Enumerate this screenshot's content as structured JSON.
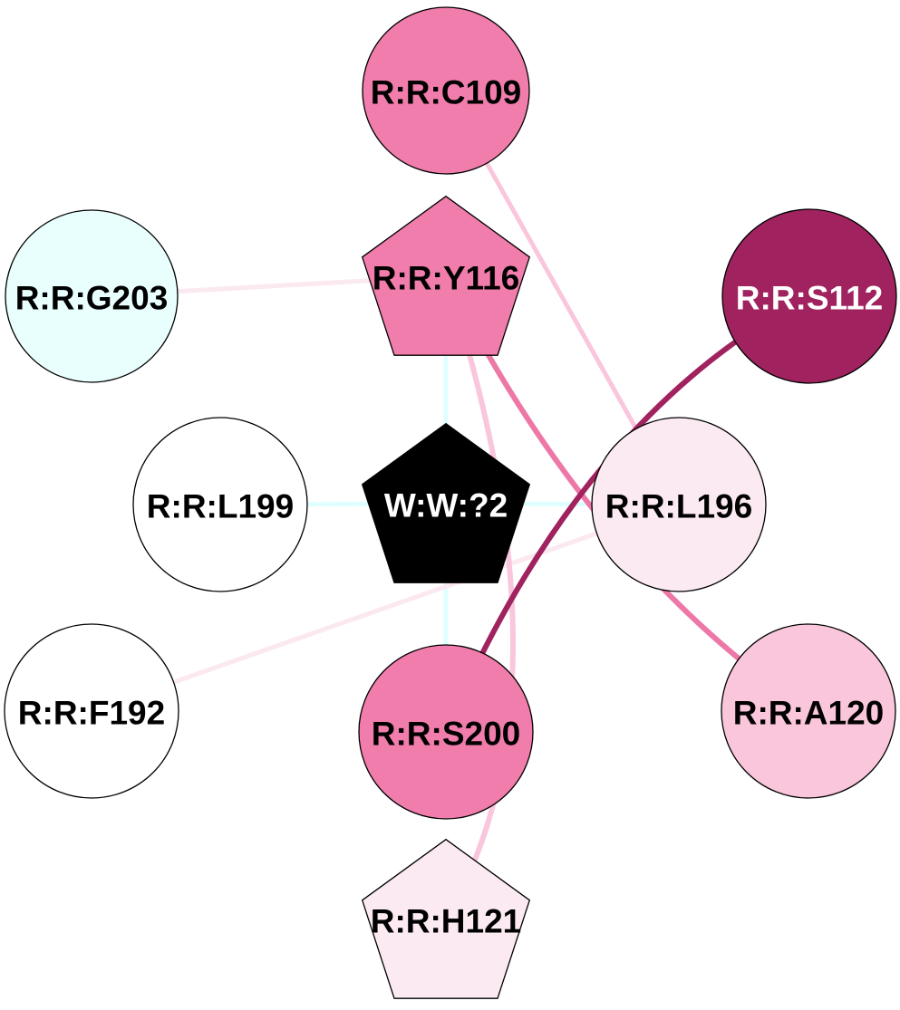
{
  "diagram": {
    "type": "residue-interaction-network",
    "nodes": [
      {
        "id": "C109",
        "label": "R:R:C109",
        "shape": "circle",
        "fill": "#F07DAB",
        "text_color": "#000000"
      },
      {
        "id": "Y116",
        "label": "R:R:Y116",
        "shape": "pentagon",
        "fill": "#F07DAB",
        "text_color": "#000000"
      },
      {
        "id": "G203",
        "label": "R:R:G203",
        "shape": "circle",
        "fill": "#E8FFFE",
        "text_color": "#000000"
      },
      {
        "id": "S112",
        "label": "R:R:S112",
        "shape": "circle",
        "fill": "#A0225F",
        "text_color": "#FFFFFF"
      },
      {
        "id": "L199",
        "label": "R:R:L199",
        "shape": "circle",
        "fill": "#FFFFFF",
        "text_color": "#000000"
      },
      {
        "id": "W2",
        "label": "W:W:?2",
        "shape": "pentagon",
        "fill": "#000000",
        "text_color": "#FFFFFF"
      },
      {
        "id": "L196",
        "label": "R:R:L196",
        "shape": "circle",
        "fill": "#FBEAF2",
        "text_color": "#000000"
      },
      {
        "id": "F192",
        "label": "R:R:F192",
        "shape": "circle",
        "fill": "#FFFFFF",
        "text_color": "#000000"
      },
      {
        "id": "S200",
        "label": "R:R:S200",
        "shape": "circle",
        "fill": "#F07DAB",
        "text_color": "#000000"
      },
      {
        "id": "A120",
        "label": "R:R:A120",
        "shape": "circle",
        "fill": "#F9C6DC",
        "text_color": "#000000"
      },
      {
        "id": "H121",
        "label": "R:R:H121",
        "shape": "pentagon",
        "fill": "#FBEAF2",
        "text_color": "#000000"
      }
    ],
    "edges": [
      {
        "source": "W2",
        "target": "L199",
        "color": "#DFFFFE",
        "curved": false
      },
      {
        "source": "W2",
        "target": "L196",
        "color": "#DFFFFE",
        "curved": false
      },
      {
        "source": "W2",
        "target": "Y116",
        "color": "#DFFFFE",
        "curved": false
      },
      {
        "source": "W2",
        "target": "S200",
        "color": "#DFFFFE",
        "curved": false
      },
      {
        "source": "G203",
        "target": "Y116",
        "color": "#FBE8F0",
        "curved": false
      },
      {
        "source": "F192",
        "target": "L196",
        "color": "#FBE8F0",
        "curved": false
      },
      {
        "source": "C109",
        "target": "L196",
        "color": "#F9C6DC",
        "curved": false
      },
      {
        "source": "Y116",
        "target": "H121",
        "color": "#F9C6DC",
        "curved": true
      },
      {
        "source": "Y116",
        "target": "A120",
        "color": "#ED78A8",
        "curved": true
      },
      {
        "source": "S200",
        "target": "S112",
        "color": "#A0225F",
        "curved": true
      }
    ]
  }
}
